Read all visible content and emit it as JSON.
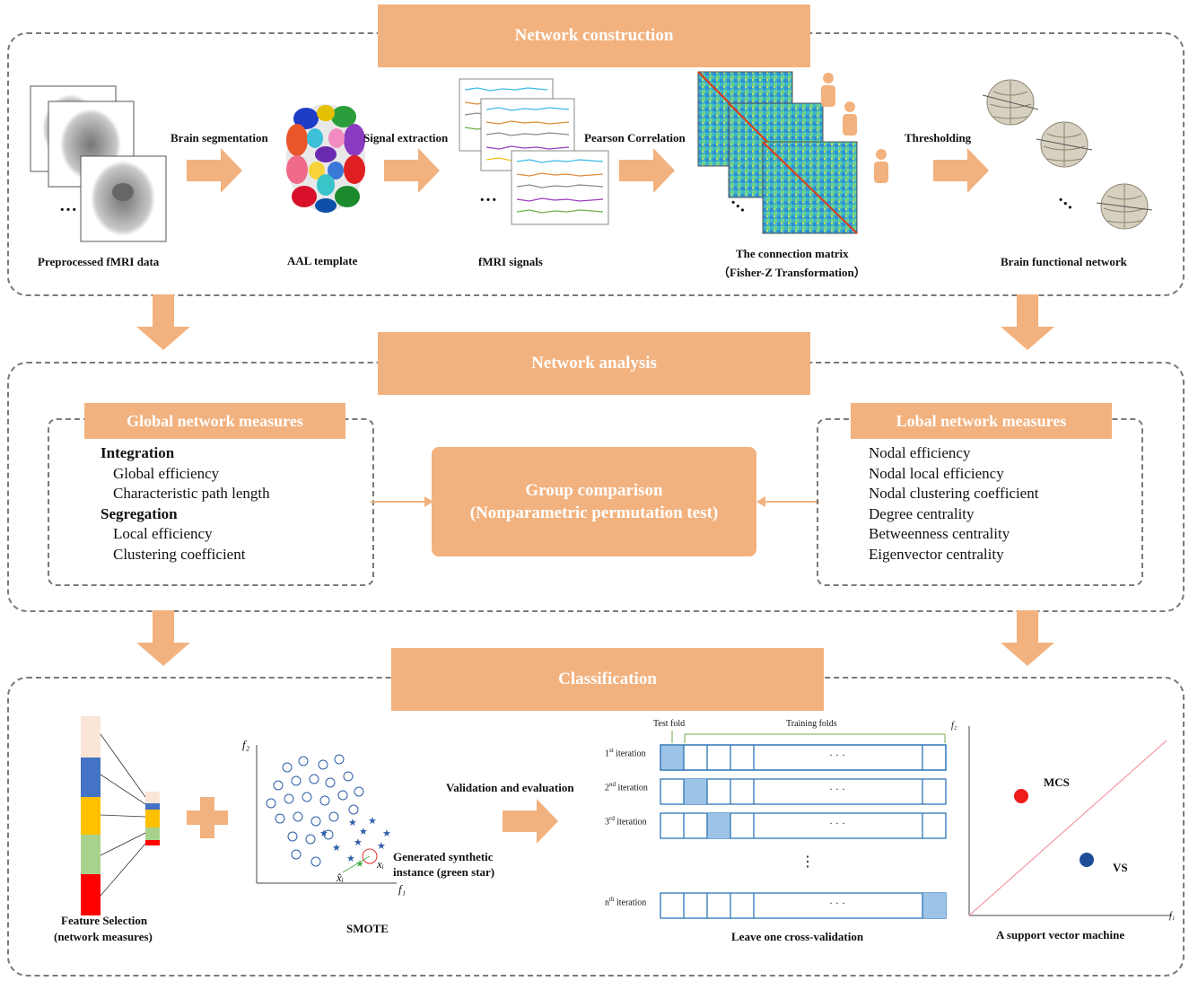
{
  "construction": {
    "header": "Network construction",
    "step_labels": [
      "Brain segmentation",
      "Signal extraction",
      "Pearson Correlation",
      "Thresholding"
    ],
    "captions": {
      "fmri_data": "Preprocessed fMRI data",
      "aal": "AAL template",
      "signals": "fMRI signals",
      "matrix_line1": "The connection matrix",
      "matrix_line2": "（Fisher-Z Transformation）",
      "network": "Brain functional network"
    },
    "ellipsis": "…"
  },
  "analysis": {
    "header": "Network analysis",
    "global": {
      "title": "Global network measures",
      "group1": "Integration",
      "items1": [
        "Global efficiency",
        "Characteristic path length"
      ],
      "group2": "Segregation",
      "items2": [
        "Local efficiency",
        "Clustering coefficient"
      ]
    },
    "comparison_line1": "Group comparison",
    "comparison_line2": "(Nonparametric permutation test)",
    "local": {
      "title": "Lobal network measures",
      "items": [
        "Nodal efficiency",
        "Nodal local efficiency",
        "Nodal clustering coefficient",
        "Degree centrality",
        "Betweenness centrality",
        "Eigenvector centrality"
      ]
    }
  },
  "classification": {
    "header": "Classification",
    "feature_line1": "Feature Selection",
    "feature_line2": "(network measures)",
    "smote": {
      "label": "SMOTE",
      "f1": "f₁",
      "f2": "f₂",
      "note_line1": "Generated synthetic",
      "note_line2": "instance (green star)",
      "xi": "xᵢ",
      "xhat": "x̂ᵢ"
    },
    "validation_label": "Validation and evaluation",
    "cv": {
      "test_fold": "Test fold",
      "training_folds": "Training folds",
      "iterations": [
        {
          "n": "1",
          "sup": "st"
        },
        {
          "n": "2",
          "sup": "nd"
        },
        {
          "n": "3",
          "sup": "rd"
        },
        {
          "n": "n",
          "sup": "th"
        }
      ],
      "iteration_word": " iteration",
      "dots": "· · ·",
      "vdots": "⋮",
      "caption": "Leave one cross-validation"
    },
    "svm": {
      "mcs": "MCS",
      "vs": "VS",
      "f1": "f₁",
      "f2": "f₂",
      "caption": "A support vector machine"
    }
  },
  "colors": {
    "accent": "#f2b27f",
    "test_fold": "#9dc3e6",
    "fold_border": "#2e75b6",
    "mcs": "#ee1c1c",
    "vs": "#1f4e99"
  }
}
